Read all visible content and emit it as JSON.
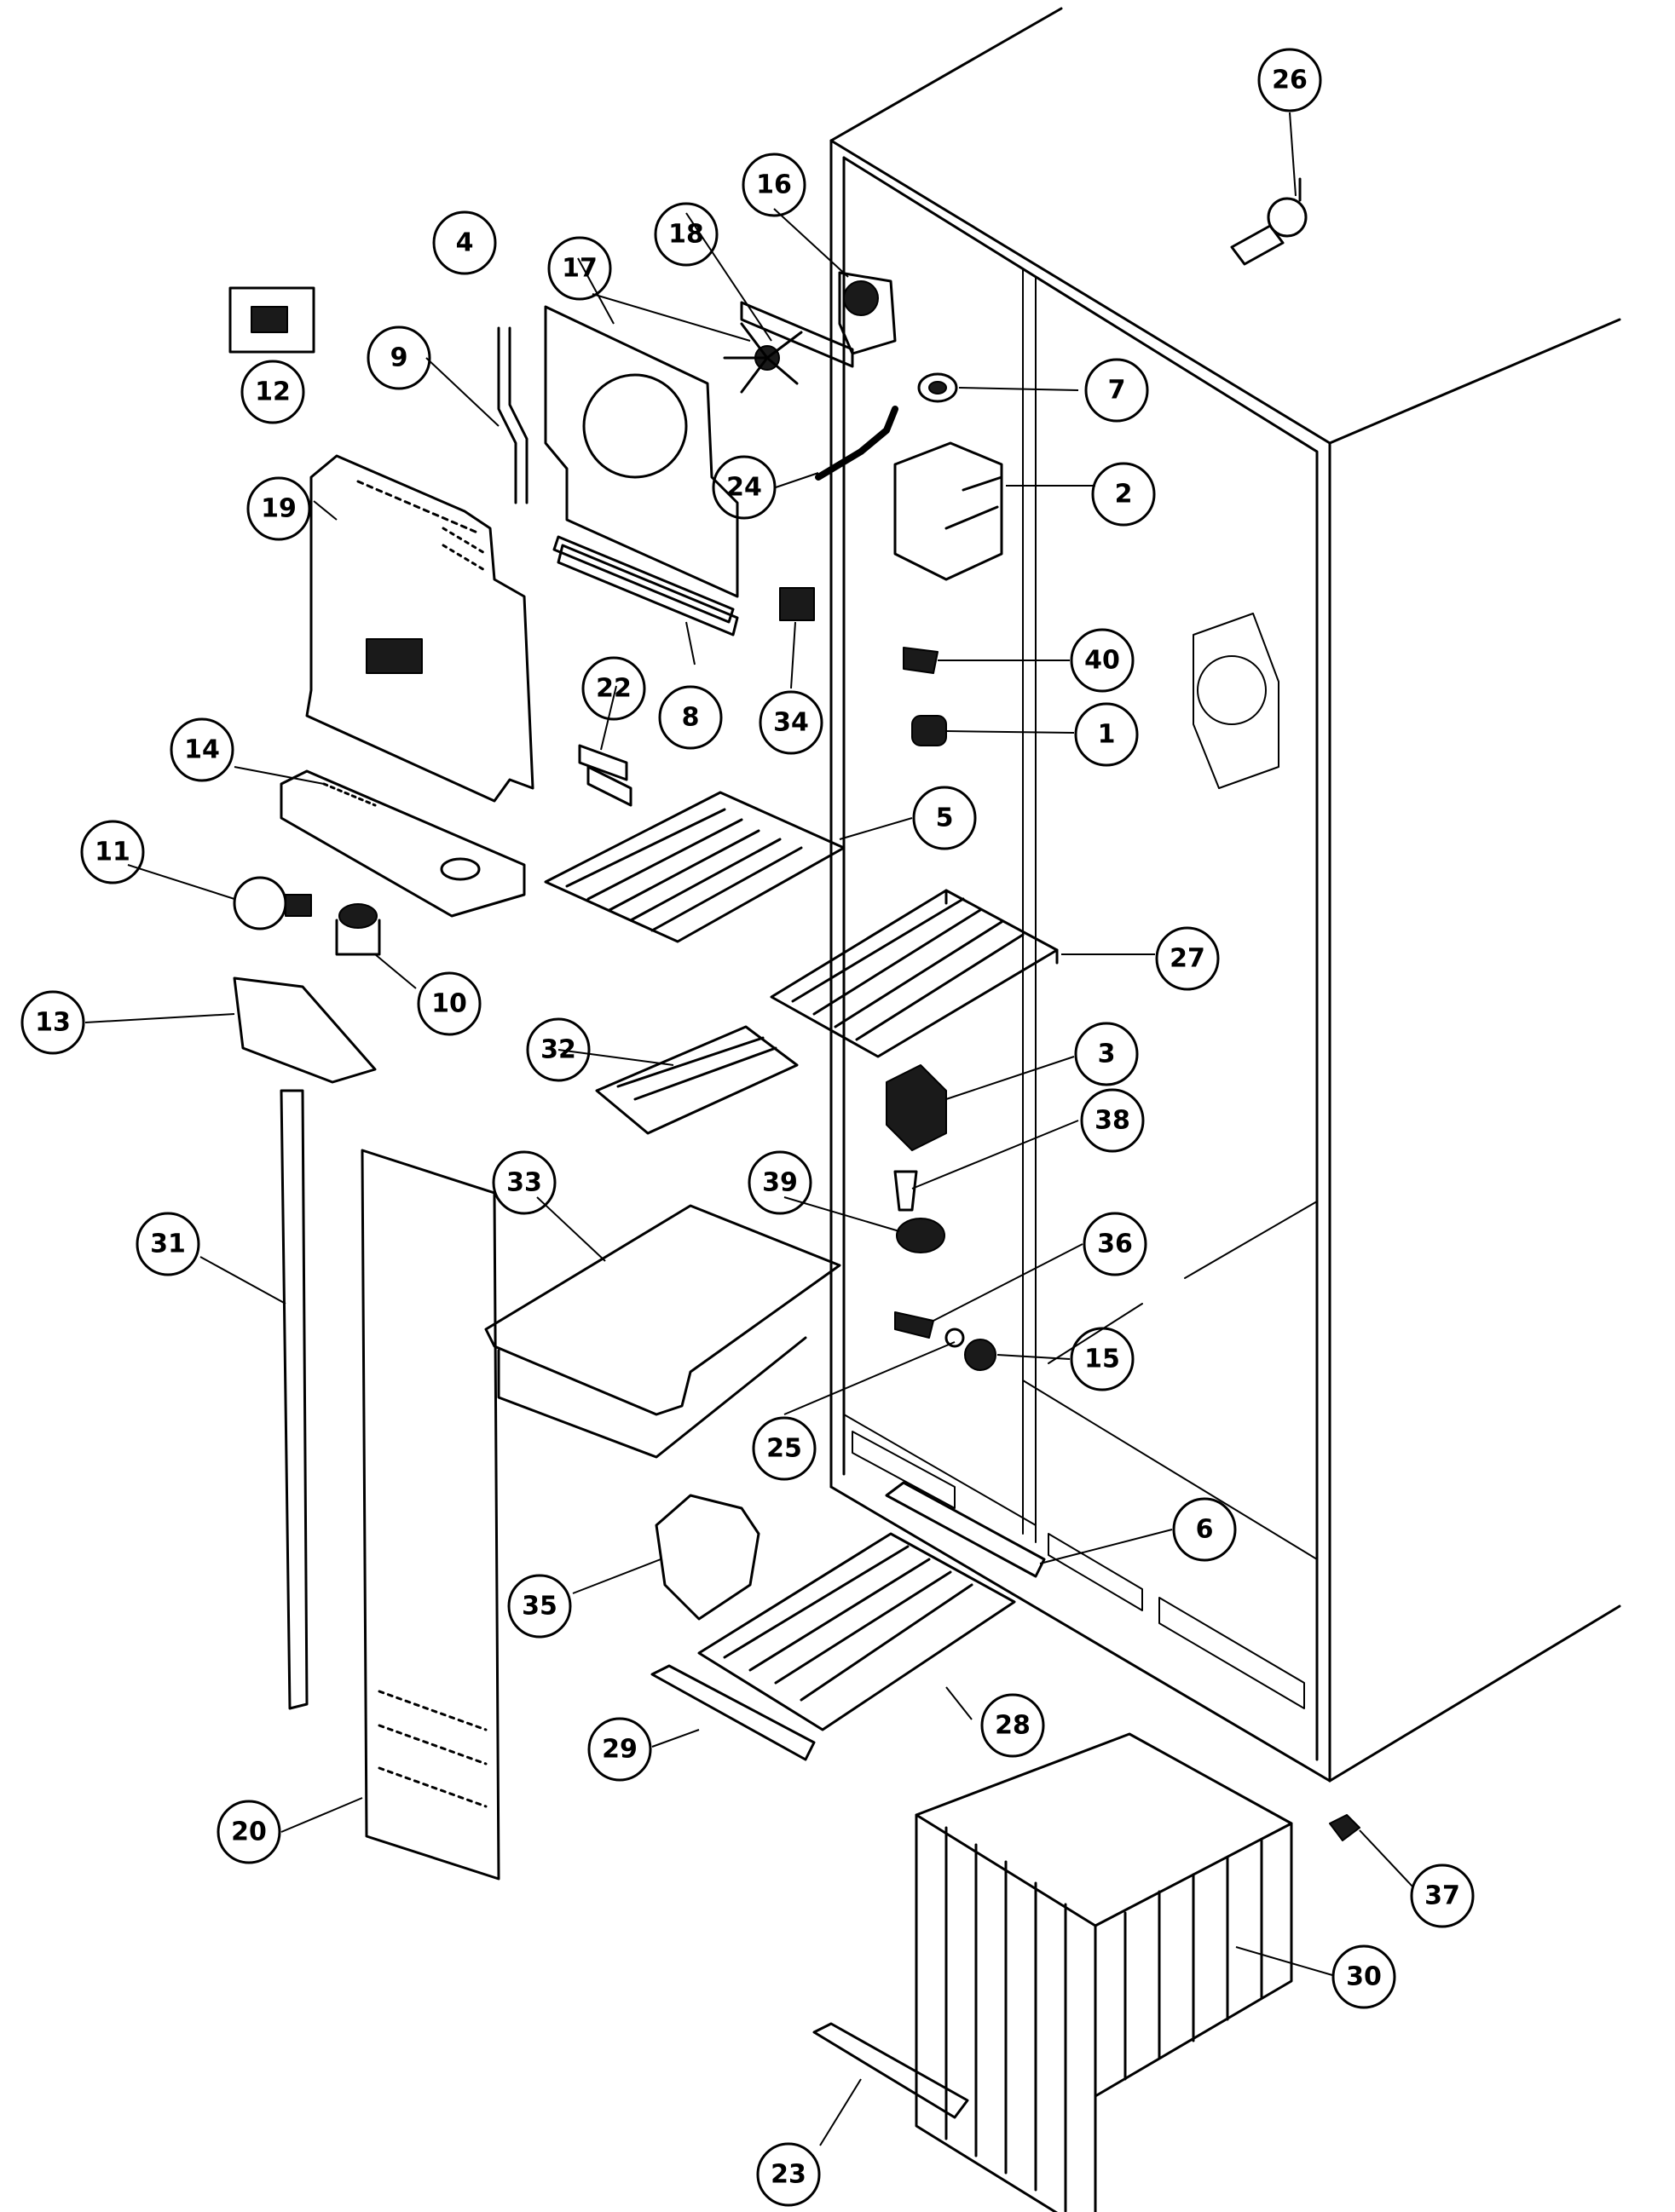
{
  "diagram": {
    "line_color": "#000000",
    "background": "#ffffff"
  },
  "callouts": [
    {
      "id": "1",
      "label": "1"
    },
    {
      "id": "2",
      "label": "2"
    },
    {
      "id": "3",
      "label": "3"
    },
    {
      "id": "4",
      "label": "4"
    },
    {
      "id": "5",
      "label": "5"
    },
    {
      "id": "6",
      "label": "6"
    },
    {
      "id": "7",
      "label": "7"
    },
    {
      "id": "8",
      "label": "8"
    },
    {
      "id": "9",
      "label": "9"
    },
    {
      "id": "10",
      "label": "10"
    },
    {
      "id": "11",
      "label": "11"
    },
    {
      "id": "12",
      "label": "12"
    },
    {
      "id": "13",
      "label": "13"
    },
    {
      "id": "14",
      "label": "14"
    },
    {
      "id": "15",
      "label": "15"
    },
    {
      "id": "16",
      "label": "16"
    },
    {
      "id": "17",
      "label": "17"
    },
    {
      "id": "18",
      "label": "18"
    },
    {
      "id": "19",
      "label": "19"
    },
    {
      "id": "20",
      "label": "20"
    },
    {
      "id": "22",
      "label": "22"
    },
    {
      "id": "23",
      "label": "23"
    },
    {
      "id": "24",
      "label": "24"
    },
    {
      "id": "25",
      "label": "25"
    },
    {
      "id": "26",
      "label": "26"
    },
    {
      "id": "27",
      "label": "27"
    },
    {
      "id": "28",
      "label": "28"
    },
    {
      "id": "29",
      "label": "29"
    },
    {
      "id": "30",
      "label": "30"
    },
    {
      "id": "31",
      "label": "31"
    },
    {
      "id": "32",
      "label": "32"
    },
    {
      "id": "33",
      "label": "33"
    },
    {
      "id": "34",
      "label": "34"
    },
    {
      "id": "35",
      "label": "35"
    },
    {
      "id": "36",
      "label": "36"
    },
    {
      "id": "37",
      "label": "37"
    },
    {
      "id": "38",
      "label": "38"
    },
    {
      "id": "39",
      "label": "39"
    },
    {
      "id": "40",
      "label": "40"
    }
  ]
}
